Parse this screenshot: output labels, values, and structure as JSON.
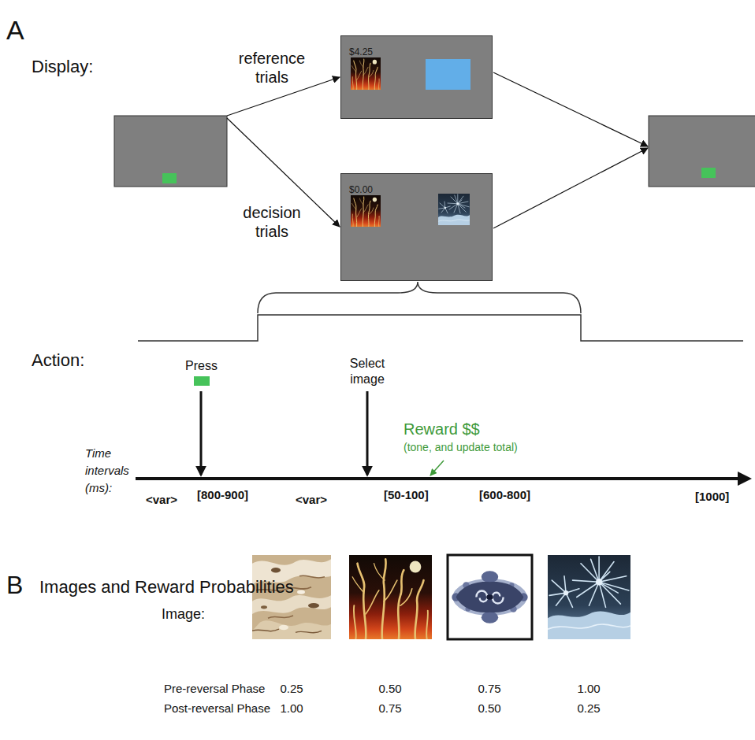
{
  "diagram": {
    "nodes": [
      {
        "text": [
          "$4.25"
        ]
      },
      {
        "text": [
          "$0.00"
        ]
      }
    ],
    "labels": [
      "A",
      "Display:",
      "reference trials",
      "decision trials",
      "Action:",
      "Press",
      "Select image",
      "Reward $$",
      "(tone, and update total)",
      "Time intervals (ms):",
      "<var>",
      "[800-900]",
      "<var>",
      "[50-100]",
      "[600-800]",
      "[1000]",
      "B",
      "Images and Reward Probabilities",
      "Image:",
      "Pre-reversal Phase",
      "0.25",
      "0.50",
      "0.75",
      "1.00",
      "Post-reversal Phase",
      "1.00",
      "0.75",
      "0.50",
      "0.25"
    ]
  }
}
